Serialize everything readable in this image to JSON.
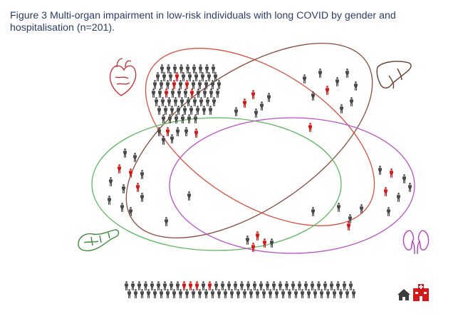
{
  "caption": "Figure 3 Multi-organ impairment in low-risk individuals with long COVID by gender and hospitalisation (n=201).",
  "colors": {
    "heart": "#d9503f",
    "liver": "#8a4d3b",
    "pancreas": "#5cb85c",
    "kidney": "#b94fc6",
    "person_default": "#4a4a4a",
    "person_highlight": "#d11a1a",
    "legend_home": "#4a4a4a",
    "legend_hospital": "#d11a1a"
  },
  "sets": [
    {
      "key": "heart",
      "icon": "heart-icon"
    },
    {
      "key": "liver",
      "icon": "liver-icon"
    },
    {
      "key": "pancreas",
      "icon": "pancreas-icon"
    },
    {
      "key": "kidney",
      "icon": "kidney-icon"
    }
  ],
  "legend": [
    {
      "key": "home",
      "icon": "house-icon"
    },
    {
      "key": "hospital",
      "icon": "hospital-icon"
    }
  ]
}
